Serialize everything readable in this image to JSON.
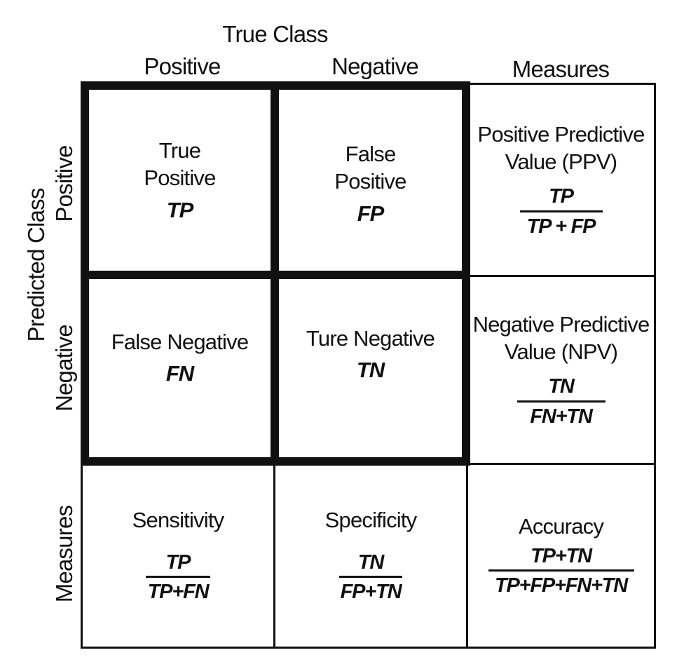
{
  "headers": {
    "true_class": "True Class",
    "col_positive": "Positive",
    "col_negative": "Negative",
    "col_measures": "Measures",
    "predicted_class": "Predicted Class",
    "row_positive": "Positive",
    "row_negative": "Negative",
    "row_measures": "Measures"
  },
  "cells": {
    "tp": {
      "line1": "True",
      "line2": "Positive",
      "abbr": "TP"
    },
    "fp": {
      "line1": "False",
      "line2": "Positive",
      "abbr": "FP"
    },
    "fn": {
      "label": "False Negative",
      "abbr": "FN"
    },
    "tn": {
      "label": "Ture Negative",
      "abbr": "TN"
    }
  },
  "measures": {
    "ppv": {
      "line1": "Positive Predictive",
      "line2": "Value (PPV)",
      "numerator": "TP",
      "denominator": "TP + FP"
    },
    "npv": {
      "line1": "Negative Predictive",
      "line2": "Value (NPV)",
      "numerator": "TN",
      "denominator": "FN+TN"
    },
    "sensitivity": {
      "label": "Sensitivity",
      "numerator": "TP",
      "denominator": "TP+FN"
    },
    "specificity": {
      "label": "Specificity",
      "numerator": "TN",
      "denominator": "FP+TN"
    },
    "accuracy": {
      "label": "Accuracy",
      "numerator": "TP+TN",
      "denominator": "TP+FP+FN+TN"
    }
  }
}
